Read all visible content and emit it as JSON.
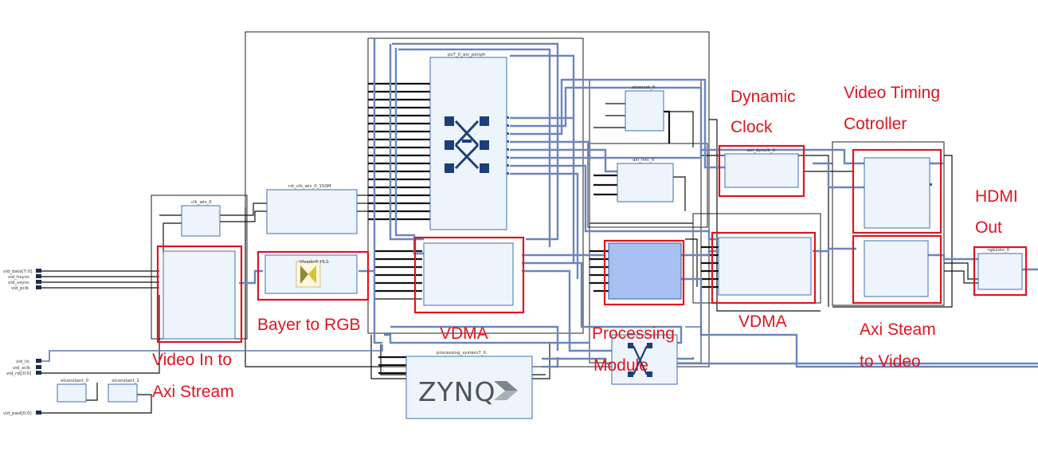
{
  "blocks": {
    "ps7_0_axi_periph": "ps7_0_axi_periph",
    "xlconcat_0": "xlconcat_0",
    "axi_dynclk_0": "axi_dynclk_0",
    "axi_intc_0": "axi_intc_0",
    "clk_wiz_0": "clk_wiz_0",
    "rst_clk_wiz_0_150M": "rst_clk_wiz_0_150M",
    "processing_system7_0": "processing_system7_0",
    "xlconstant_0": "xlconstant_0",
    "xlconstant_1": "xlconstant_1",
    "rgb2dvi_0": "rgb2dvi_0",
    "zynq_logo": "ZYNQ",
    "bayer_ip_logo": "Vivado® HLS"
  },
  "ports": {
    "vid_data": "vid_data[7:0]",
    "vid_hsync": "vid_hsync",
    "vid_vsync": "vid_vsync",
    "vid_pclk": "vid_pclk",
    "vid_iic": "vid_iic",
    "vid_xclk": "vid_xclk",
    "vid_rst": "vid_rst[0:0]",
    "vid_pwd": "vid_pwd[0:0]"
  },
  "annotations": {
    "video_in_line1": "Video In to",
    "video_in_line2": "Axi Stream",
    "bayer": "Bayer to RGB",
    "vdma_left": "VDMA",
    "processing_line1": "Processing",
    "processing_line2": "Module",
    "dynamic_line1": "Dynamic",
    "dynamic_line2": "Clock",
    "vtc_line1": "Video Timing",
    "vtc_line2": "Cotroller",
    "vdma_right": "VDMA",
    "axi_line1": "Axi Steam",
    "axi_line2": "to Video",
    "hdmi_line1": "HDMI",
    "hdmi_line2": "Out"
  },
  "colors": {
    "annotation_red": "#e0141e",
    "block_fill": "#eef4fc",
    "block_stroke": "#3f6fb0",
    "highlight_fill": "#a9c0f2",
    "bus": "#6a86bf"
  }
}
